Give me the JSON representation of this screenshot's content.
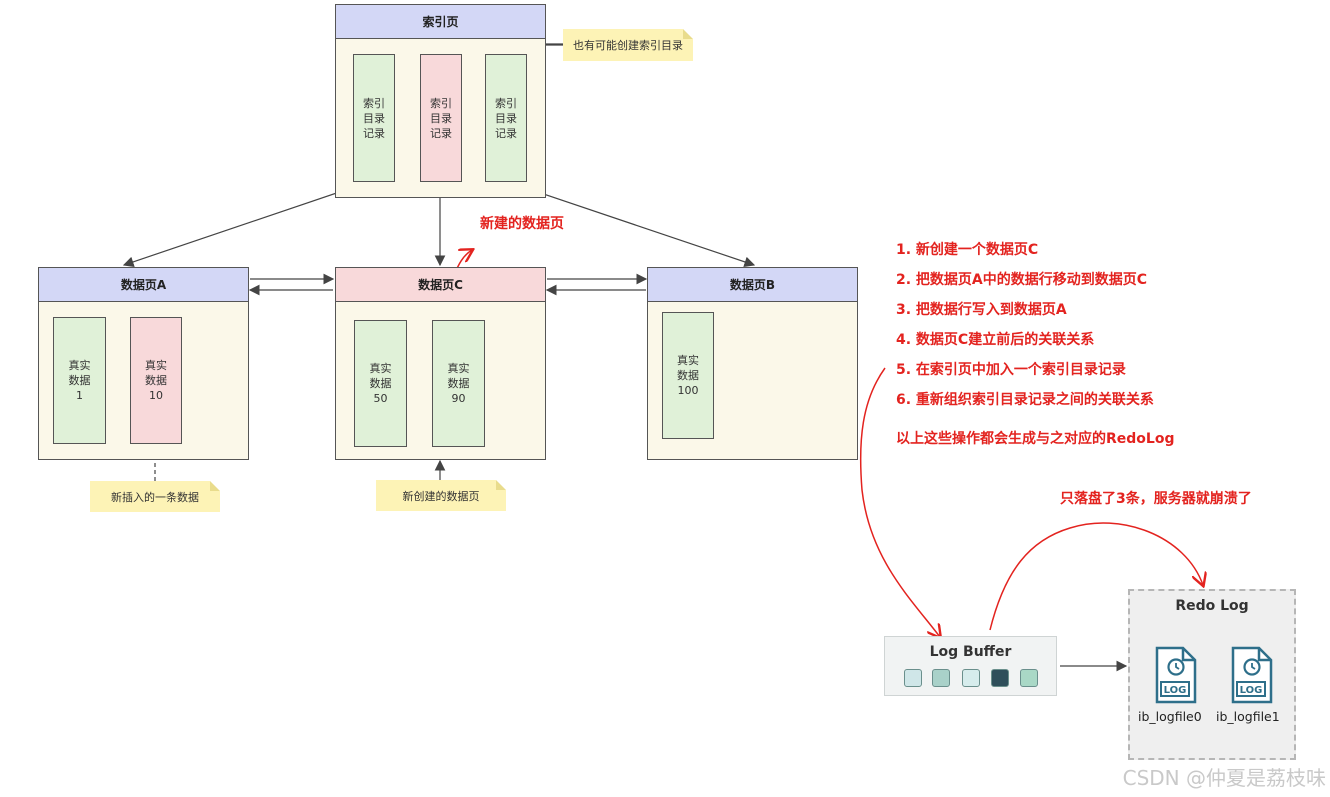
{
  "index_page": {
    "title": "索引页",
    "records": [
      "索引\n目录\n记录",
      "索引\n目录\n记录",
      "索引\n目录\n记录"
    ],
    "note": "也有可能创建索引目录"
  },
  "data_page_a": {
    "title": "数据页A",
    "records": [
      "真实\n数据\n1",
      "真实\n数据\n10"
    ],
    "note": "新插入的一条数据"
  },
  "data_page_c": {
    "title": "数据页C",
    "records": [
      "真实\n数据\n50",
      "真实\n数据\n90"
    ],
    "note": "新创建的数据页",
    "red_label": "新建的数据页"
  },
  "data_page_b": {
    "title": "数据页B",
    "records": [
      "真实\n数据\n100"
    ]
  },
  "steps": [
    "1. 新创建一个数据页C",
    "2. 把数据页A中的数据行移动到数据页C",
    "3. 把数据行写入到数据页A",
    "4. 数据页C建立前后的关联关系",
    "5. 在索引页中加入一个索引目录记录",
    "6. 重新组织索引目录记录之间的关联关系"
  ],
  "redolog_note": "以上这些操作都会生成与之对应的RedoLog",
  "crash_note": "只落盘了3条，服务器就崩溃了",
  "log_buffer": {
    "title": "Log Buffer",
    "cell_colors": [
      "#cfe6e8",
      "#a9d1c9",
      "#d6ecec",
      "#2f4f5b",
      "#a9d8c6"
    ]
  },
  "redo_log": {
    "title": "Redo Log",
    "file0_icon_text": "LOG",
    "file1_icon_text": "LOG",
    "file0": "ib_logfile0",
    "file1": "ib_logfile1"
  },
  "watermark": "CSDN @仲夏是荔枝味"
}
